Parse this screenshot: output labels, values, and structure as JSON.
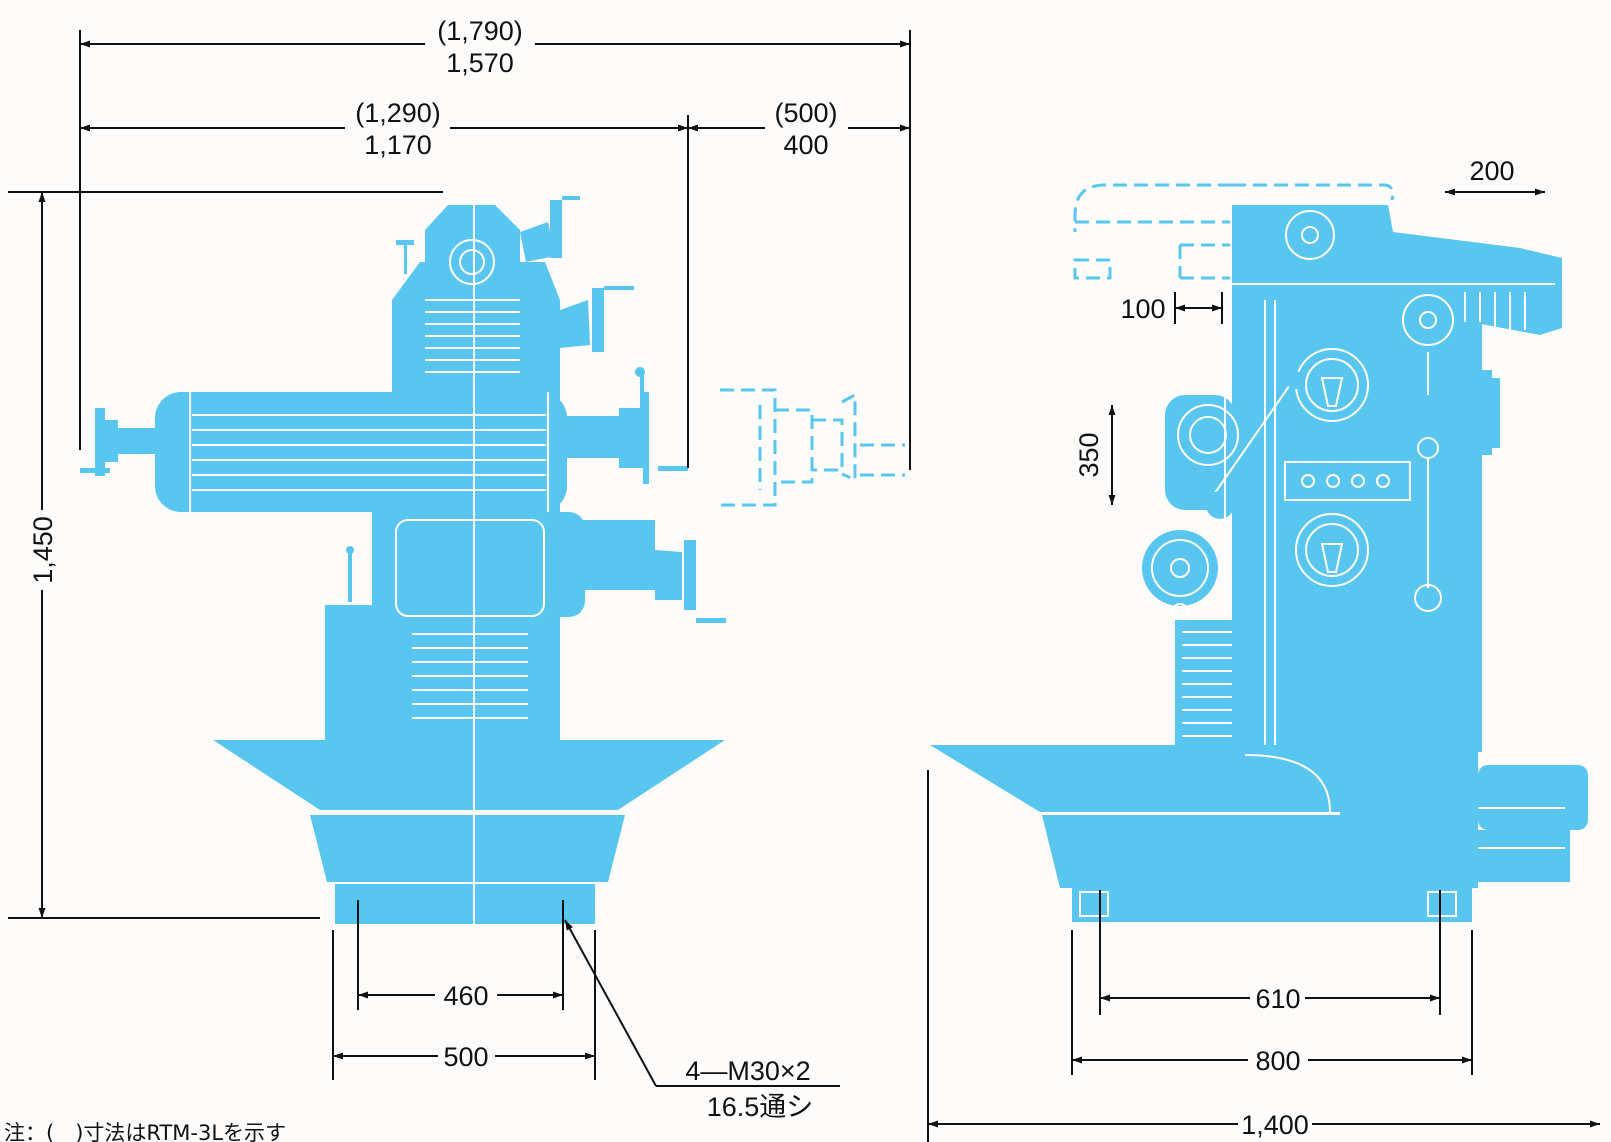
{
  "colors": {
    "machine": "#59c6ef",
    "line": "#111111",
    "background": "#fdfcfa"
  },
  "front_view": {
    "width_total_alt": "(1,790)",
    "width_total": "1,570",
    "width_mid_alt": "(1,290)",
    "width_mid": "1,170",
    "width_right_alt": "(500)",
    "width_right": "400",
    "height": "1,450",
    "base_inner": "460",
    "base_outer": "500",
    "bolt_spec": "4—M30×2",
    "bolt_depth": "16.5通シ"
  },
  "side_view": {
    "ram_travel": "200",
    "head_shift": "100",
    "vertical_travel": "350",
    "base_inner": "610",
    "base_outer": "800",
    "overall_length": "1,400"
  },
  "footnote": "注：(　)寸法はRTM-3Lを示す"
}
